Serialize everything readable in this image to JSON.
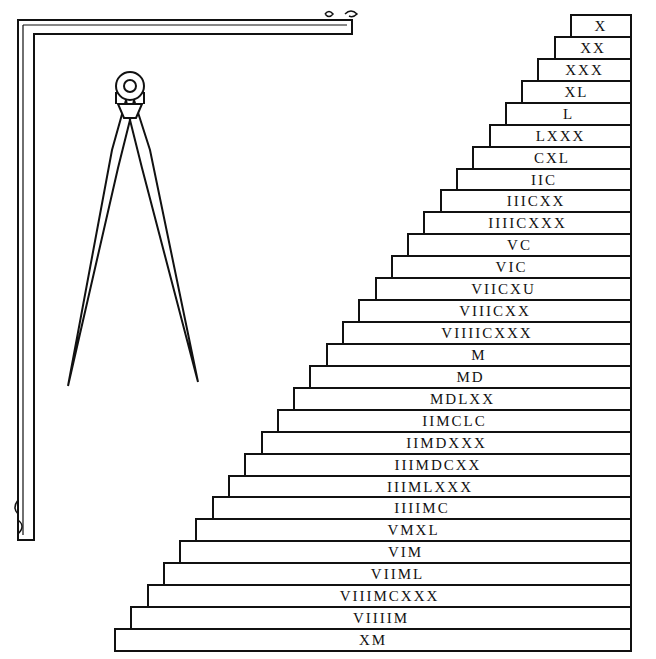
{
  "diagram": {
    "nodes": [
      {
        "text": [
          "X"
        ]
      },
      {
        "text": [
          "XX"
        ]
      },
      {
        "text": [
          "XXX"
        ]
      },
      {
        "text": [
          "XL"
        ]
      },
      {
        "text": [
          "L"
        ]
      },
      {
        "text": [
          "LXXX"
        ]
      },
      {
        "text": [
          "CXL"
        ]
      },
      {
        "text": [
          "IIC"
        ]
      },
      {
        "text": [
          "IIICXX"
        ]
      },
      {
        "text": [
          "IIIICXXX"
        ]
      },
      {
        "text": [
          "VC"
        ]
      },
      {
        "text": [
          "VIC"
        ]
      },
      {
        "text": [
          "VIICXU"
        ]
      },
      {
        "text": [
          "VIIICXX"
        ]
      },
      {
        "text": [
          "VIIIICXXX"
        ]
      },
      {
        "text": [
          "M"
        ]
      },
      {
        "text": [
          "MD"
        ]
      },
      {
        "text": [
          "MDLXX"
        ]
      },
      {
        "text": [
          "IIMCLC"
        ]
      },
      {
        "text": [
          "IIMDXXX"
        ]
      },
      {
        "text": [
          "IIIMDCXX"
        ]
      },
      {
        "text": [
          "IIIMLXXX"
        ]
      },
      {
        "text": [
          "IIIIMC"
        ]
      },
      {
        "text": [
          "VMXL"
        ]
      },
      {
        "text": [
          "VIM"
        ]
      },
      {
        "text": [
          "VIIML"
        ]
      },
      {
        "text": [
          "VIIIMCXXX"
        ]
      },
      {
        "text": [
          "VIIIIM"
        ]
      },
      {
        "text": [
          "XM"
        ]
      }
    ]
  }
}
